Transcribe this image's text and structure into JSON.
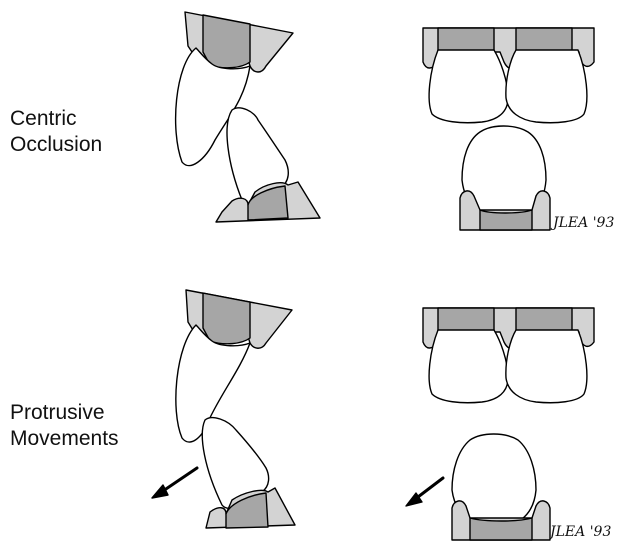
{
  "labels": {
    "top": {
      "line1": "Centric",
      "line2": "Occlusion"
    },
    "bottom": {
      "line1": "Protrusive",
      "line2": "Movements"
    }
  },
  "signature": {
    "top": "JLEA '93",
    "bottom": "JLEA '93"
  },
  "colors": {
    "gum": "#d3d3d3",
    "root": "#a6a6a6",
    "outline": "#000000",
    "tooth": "#ffffff"
  }
}
